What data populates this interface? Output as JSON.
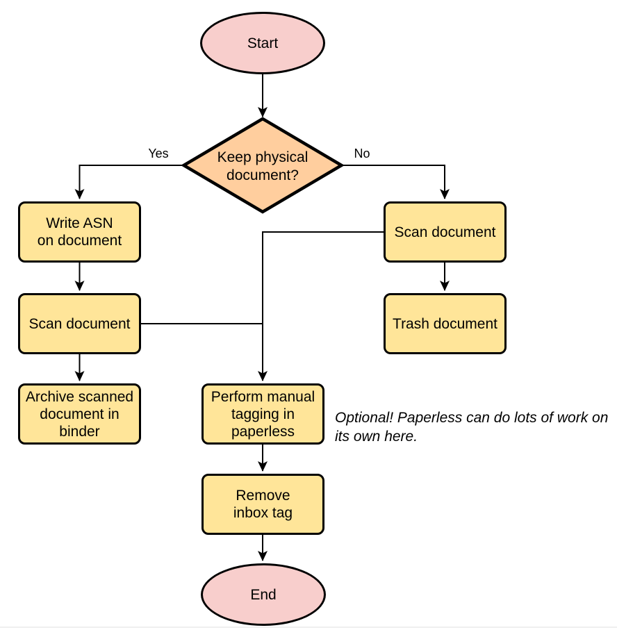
{
  "diagram": {
    "nodes": {
      "start": {
        "label": "Start",
        "shape": "ellipse"
      },
      "decision": {
        "label": "Keep physical\ndocument?",
        "shape": "diamond"
      },
      "write_asn": {
        "label": "Write ASN\non document",
        "shape": "rect"
      },
      "scan_left": {
        "label": "Scan document",
        "shape": "rect"
      },
      "archive": {
        "label": "Archive scanned\ndocument in\nbinder",
        "shape": "rect"
      },
      "scan_right": {
        "label": "Scan document",
        "shape": "rect"
      },
      "trash": {
        "label": "Trash document",
        "shape": "rect"
      },
      "tagging": {
        "label": "Perform manual\ntagging in\npaperless",
        "shape": "rect"
      },
      "remove_inbox": {
        "label": "Remove\ninbox tag",
        "shape": "rect"
      },
      "end": {
        "label": "End",
        "shape": "ellipse"
      }
    },
    "edge_labels": {
      "yes": "Yes",
      "no": "No"
    },
    "note": "Optional! Paperless can do lots of work on\nits own here.",
    "colors": {
      "terminal_fill": "#F8CECC",
      "decision_fill": "#FFCE9E",
      "process_fill": "#FFE599",
      "stroke": "#000000",
      "divider": "#EFEFEF"
    }
  }
}
